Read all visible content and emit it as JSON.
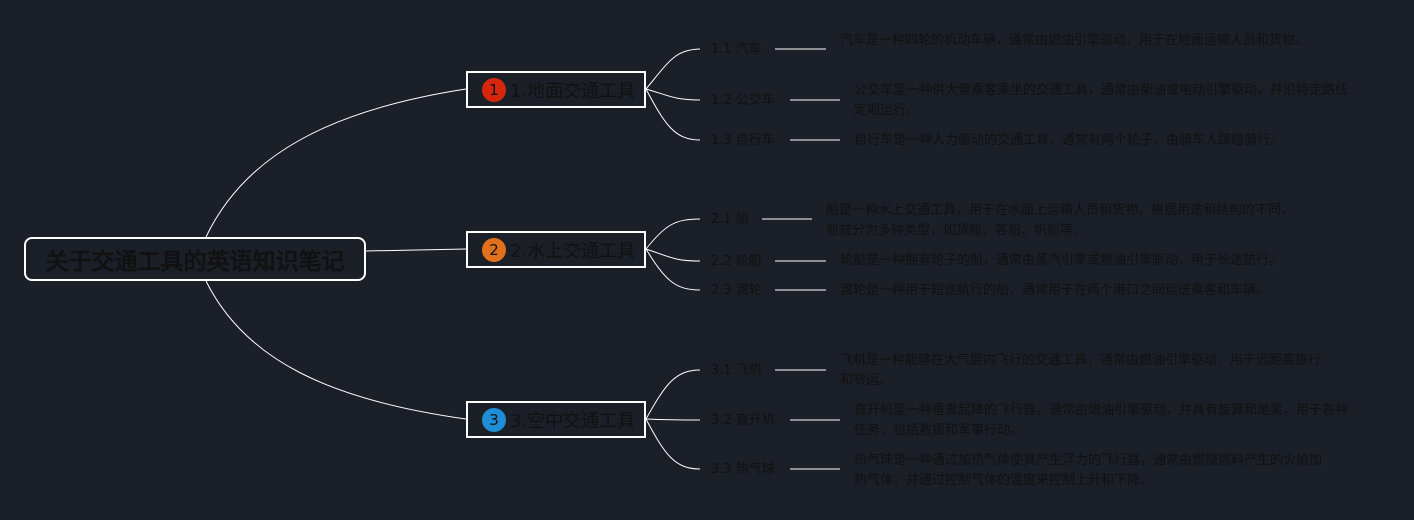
{
  "title": "关于交通工具的英语知识笔记",
  "colors": {
    "background": "#1b1f27",
    "text": "#111111",
    "lines": "#ffffff",
    "badge_1": "#d7260f",
    "badge_2": "#e1711c",
    "badge_3": "#1e8fd6"
  },
  "branches": [
    {
      "badge": "1",
      "label": "1.地面交通工具",
      "leaves": [
        {
          "label": "1.1 汽车",
          "desc": "汽车是一种四轮的机动车辆，通常由燃油引擎驱动，用于在地面运输人员和货物。"
        },
        {
          "label": "1.2 公交车",
          "desc": "公交车是一种供大量乘客乘坐的交通工具，通常由柴油或电动引擎驱动，并沿特定路线定期运行。"
        },
        {
          "label": "1.3 自行车",
          "desc": "自行车是一种人力驱动的交通工具，通常有两个轮子，由骑车人踩踏骑行。"
        }
      ]
    },
    {
      "badge": "2",
      "label": "2.水上交通工具",
      "leaves": [
        {
          "label": "2.1 船",
          "desc": "船是一种水上交通工具，用于在水面上运输人员和货物。根据用途和结构的不同，船被分为多种类型，如货船、客船、帆船等。"
        },
        {
          "label": "2.2 轮船",
          "desc": "轮船是一种拥有轮子的船，通常由蒸汽引擎或燃油引擎驱动，用于长途航行。"
        },
        {
          "label": "2.3 渡轮",
          "desc": "渡轮是一种用于短途航行的船，通常用于在两个港口之间运送乘客和车辆。"
        }
      ]
    },
    {
      "badge": "3",
      "label": "3.空中交通工具",
      "leaves": [
        {
          "label": "3.1 飞机",
          "desc": "飞机是一种能够在大气层内飞行的交通工具，通常由燃油引擎驱动，用于远距离旅行和货运。"
        },
        {
          "label": "3.2 直升机",
          "desc": "直升机是一种垂直起降的飞行器，通常由燃油引擎驱动，并具有旋翼和尾桨，用于各种任务，包括救援和军事行动。"
        },
        {
          "label": "3.3 热气球",
          "desc": "热气球是一种通过加热气体使其产生浮力的飞行器，通常由燃烧燃料产生的火焰加热气体，并通过控制气体的温度来控制上升和下降。"
        }
      ]
    }
  ]
}
